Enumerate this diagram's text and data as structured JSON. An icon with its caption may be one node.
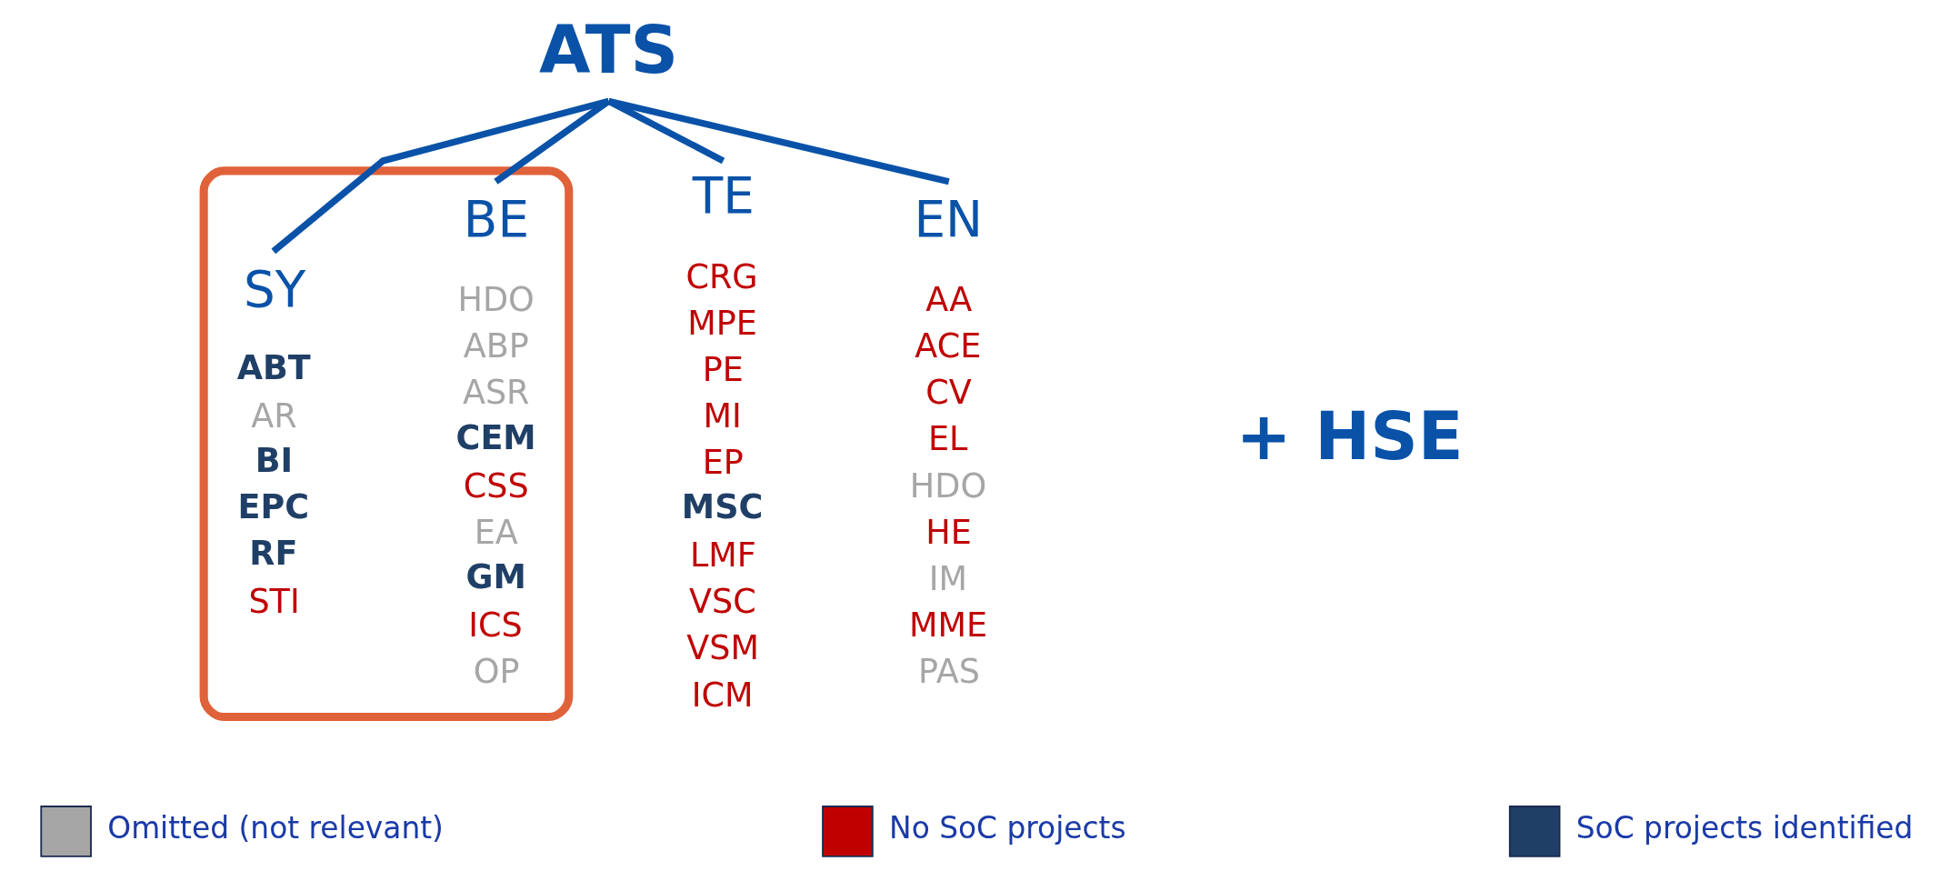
{
  "diagram": {
    "nodes": [
      {
        "text": [
          "ATS"
        ]
      },
      {
        "text": [],
        "shape": "box"
      },
      {
        "text": [
          "BE",
          "HDO",
          "ABP",
          "ASR",
          "CEM",
          "CSS",
          "EA",
          "GM",
          "ICS",
          "OP"
        ],
        "in": 1
      },
      {
        "text": [
          "SY",
          "ABT",
          "AR",
          "BI",
          "EPC",
          "RF",
          "STI"
        ],
        "in": 1
      },
      {
        "text": [
          "TE",
          "CRG",
          "MPE",
          "PE",
          "MI",
          "EP",
          "MSC",
          "LMF",
          "VSC",
          "VSM",
          "ICM"
        ]
      },
      {
        "text": [
          "EN",
          "AA",
          "ACE",
          "CV",
          "EL",
          "HDO",
          "HE",
          "IM",
          "MME",
          "PAS"
        ]
      }
    ],
    "edges": [
      {
        "from": 0,
        "to": 2,
        "arrow": "none"
      },
      {
        "from": 0,
        "to": 3,
        "arrow": "none"
      },
      {
        "from": 0,
        "to": 4,
        "arrow": "none"
      },
      {
        "from": 0,
        "to": 5,
        "arrow": "none"
      }
    ],
    "labels": [
      "+ HSE"
    ],
    "legend": [
      {
        "text": "Omitted (not relevant)",
        "color": "#a6a6a6"
      },
      {
        "text": "No SoC projects",
        "color": "#c00000"
      },
      {
        "text": "SoC projects identified",
        "color": "#1f3f66"
      }
    ]
  }
}
